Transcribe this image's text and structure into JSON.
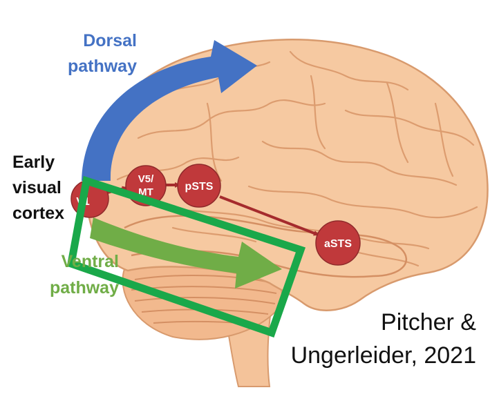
{
  "labels": {
    "dorsal_line1": "Dorsal",
    "dorsal_line2": "pathway",
    "ventral_line1": "Ventral",
    "ventral_line2": "pathway",
    "early_line1": "Early",
    "early_line2": "visual",
    "early_line3": "cortex"
  },
  "nodes": {
    "v1": "V1",
    "v5_line1": "V5/",
    "v5_line2": "MT",
    "psts": "pSTS",
    "asts": "aSTS"
  },
  "citation": {
    "line1": "Pitcher &",
    "line2": "Ungerleider, 2021"
  },
  "colors": {
    "dorsal": "#4472c4",
    "ventral": "#70ad47",
    "box": "#1aa84a",
    "node": "#c0393b",
    "brain": "#f6c9a1",
    "brain_outline": "#d89a6d"
  }
}
